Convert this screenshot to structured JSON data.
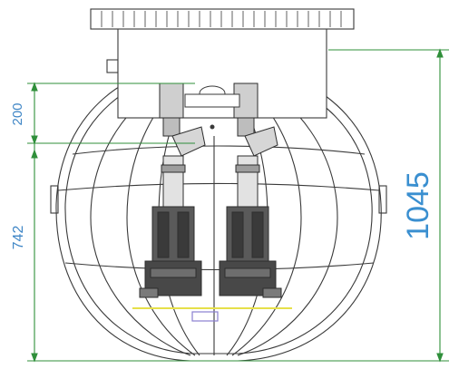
{
  "drawing": {
    "dimensions": {
      "inlet_offset": "200",
      "inlet_height": "742",
      "total_height": "1045"
    },
    "colors": {
      "outline": "#3a3a3a",
      "dimension_line": "#2f8f3a",
      "small_label": "#3f86c6",
      "large_label": "#3a8fd0",
      "float_line": "#e6e04a",
      "float_marker": "#8a7fd0"
    }
  }
}
